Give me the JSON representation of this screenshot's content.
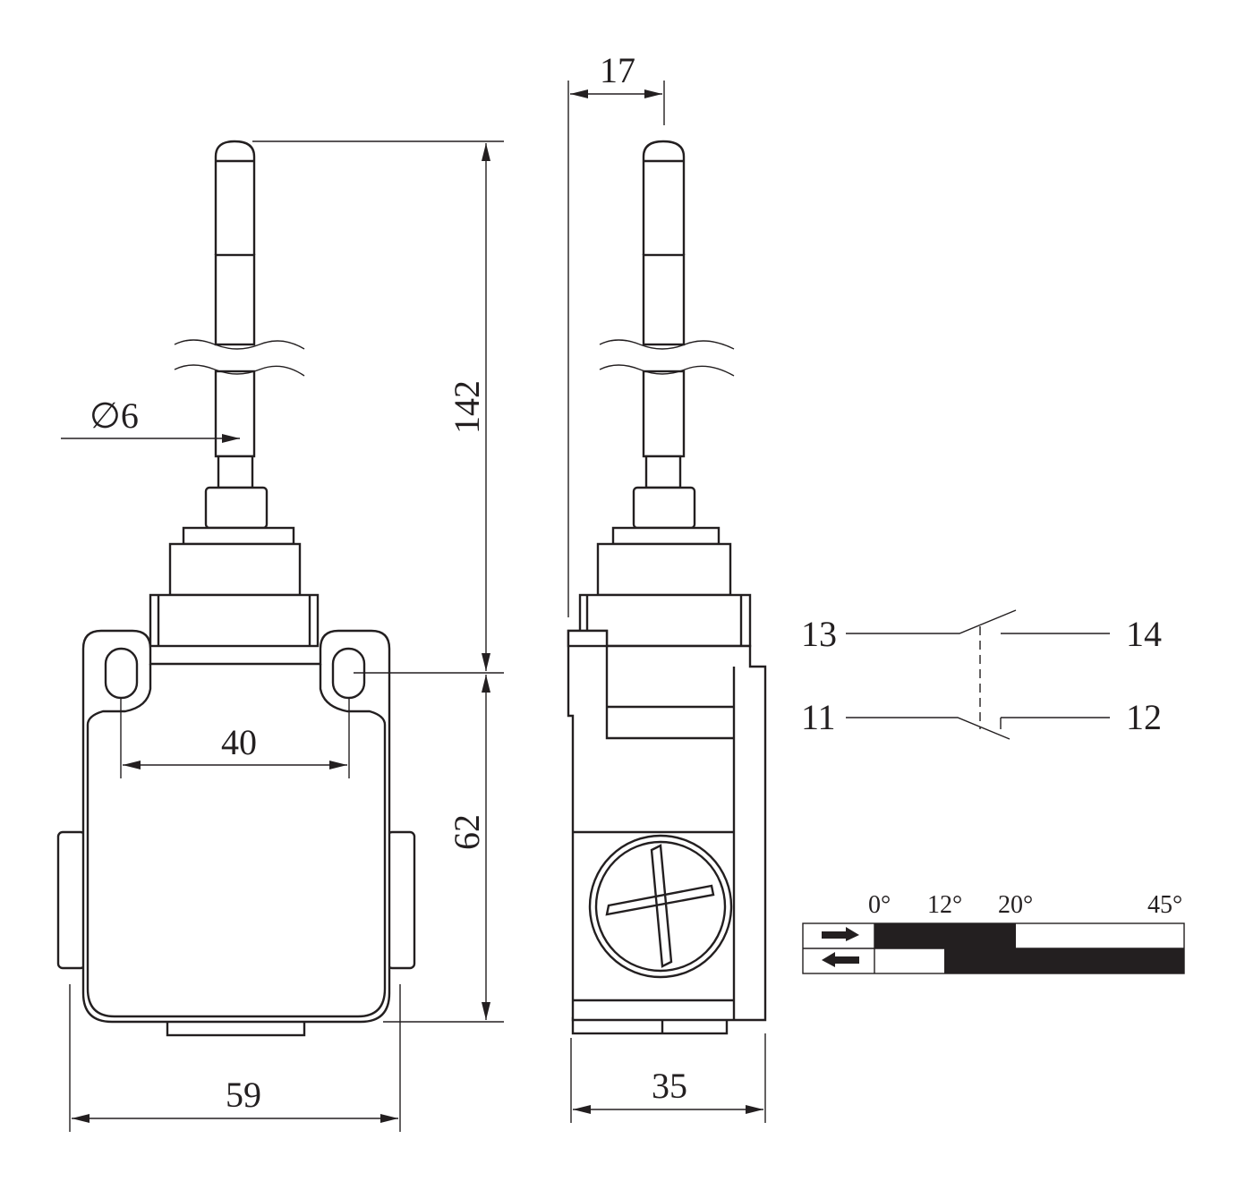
{
  "dimensions": {
    "total_height": "142",
    "body_height": "62",
    "hole_spacing": "40",
    "body_width": "59",
    "body_depth": "35",
    "rod_offset": "17",
    "rod_diameter": "∅6"
  },
  "contacts": {
    "no_left": "13",
    "no_right": "14",
    "nc_left": "11",
    "nc_right": "12"
  },
  "travel_diagram": {
    "angles": [
      "0°",
      "12°",
      "20°",
      "45°"
    ],
    "rows": [
      {
        "direction": "forward",
        "closed_from_deg": 0,
        "closed_to_deg": 20
      },
      {
        "direction": "return",
        "closed_from_deg": 12,
        "closed_to_deg": 45
      }
    ]
  }
}
